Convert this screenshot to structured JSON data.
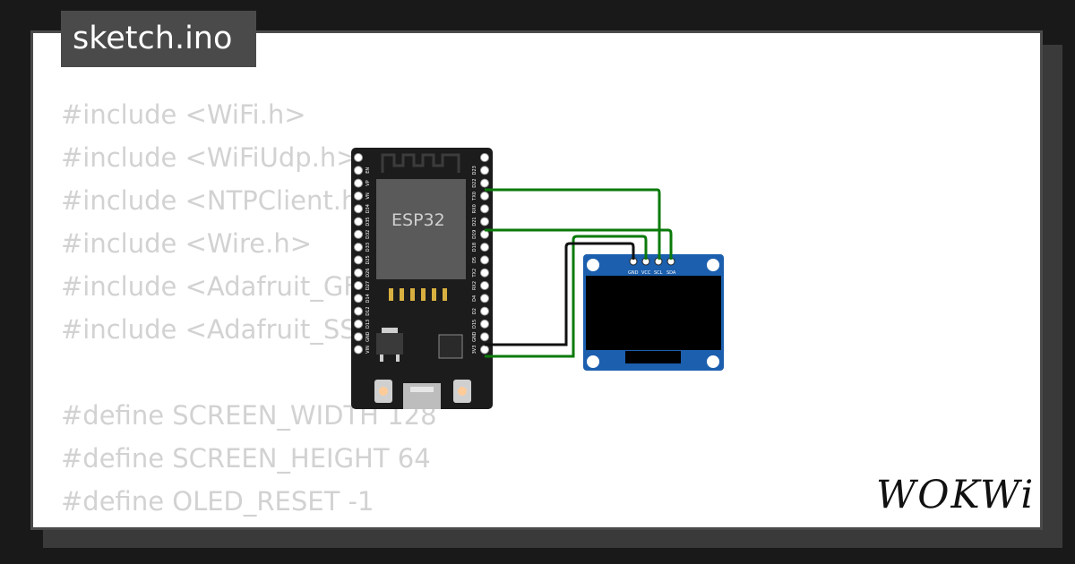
{
  "file_tab": {
    "name": "sketch.ino"
  },
  "code": {
    "lines": [
      "#include <WiFi.h>",
      "#include <WiFiUdp.h>",
      "#include <NTPClient.h>",
      "#include <Wire.h>",
      "#include <Adafruit_GFX.h>",
      "#include <Adafruit_SSD1306.h>",
      "",
      "#define SCREEN_WIDTH 128",
      "#define SCREEN_HEIGHT 64",
      "#define OLED_RESET -1"
    ]
  },
  "esp32": {
    "label": "ESP32",
    "left_pins": [
      "EN",
      "VP",
      "VN",
      "D34",
      "D35",
      "D32",
      "D33",
      "D25",
      "D26",
      "D27",
      "D14",
      "D12",
      "D13",
      "GND",
      "VIN"
    ],
    "right_pins": [
      "D23",
      "D22",
      "TX0",
      "RX0",
      "D21",
      "D19",
      "D18",
      "D5",
      "TX2",
      "RX2",
      "D4",
      "D2",
      "D15",
      "GND",
      "3V3"
    ]
  },
  "oled": {
    "pins": [
      "GND",
      "VCC",
      "SCL",
      "SDA"
    ]
  },
  "wires": {
    "signal_color": "#0a7a0a",
    "ground_color": "#111111"
  },
  "brand": {
    "logo": "WOKWi"
  }
}
